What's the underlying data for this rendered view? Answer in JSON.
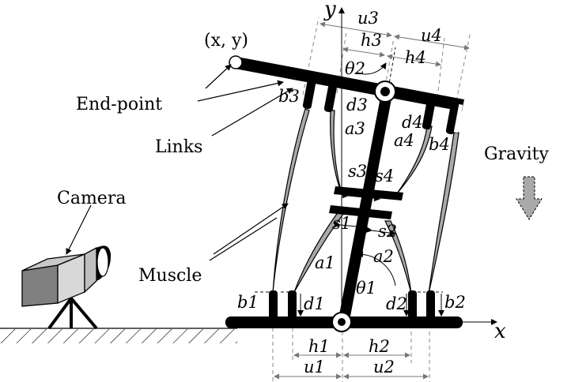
{
  "diagram": {
    "labels": {
      "endpoint_coords": "(x, y)",
      "end_point": "End-point",
      "links": "Links",
      "camera": "Camera",
      "muscle": "Muscle",
      "gravity": "Gravity",
      "axis_x": "x",
      "axis_y": "y"
    },
    "symbols": {
      "u3": "u3",
      "u4": "u4",
      "h3": "h3",
      "h4": "h4",
      "theta2": "θ2",
      "theta1": "θ1",
      "b3": "b3",
      "b4": "b4",
      "d3": "d3",
      "d4": "d4",
      "a3": "a3",
      "a4": "a4",
      "s3": "s3",
      "s4": "s4",
      "s1": "s1",
      "s2": "s2",
      "a1": "a1",
      "a2": "a2",
      "b1": "b1",
      "b2": "b2",
      "d1": "d1",
      "d2": "d2",
      "h1": "h1",
      "h2": "h2",
      "u1": "u1",
      "u2": "u2"
    }
  }
}
